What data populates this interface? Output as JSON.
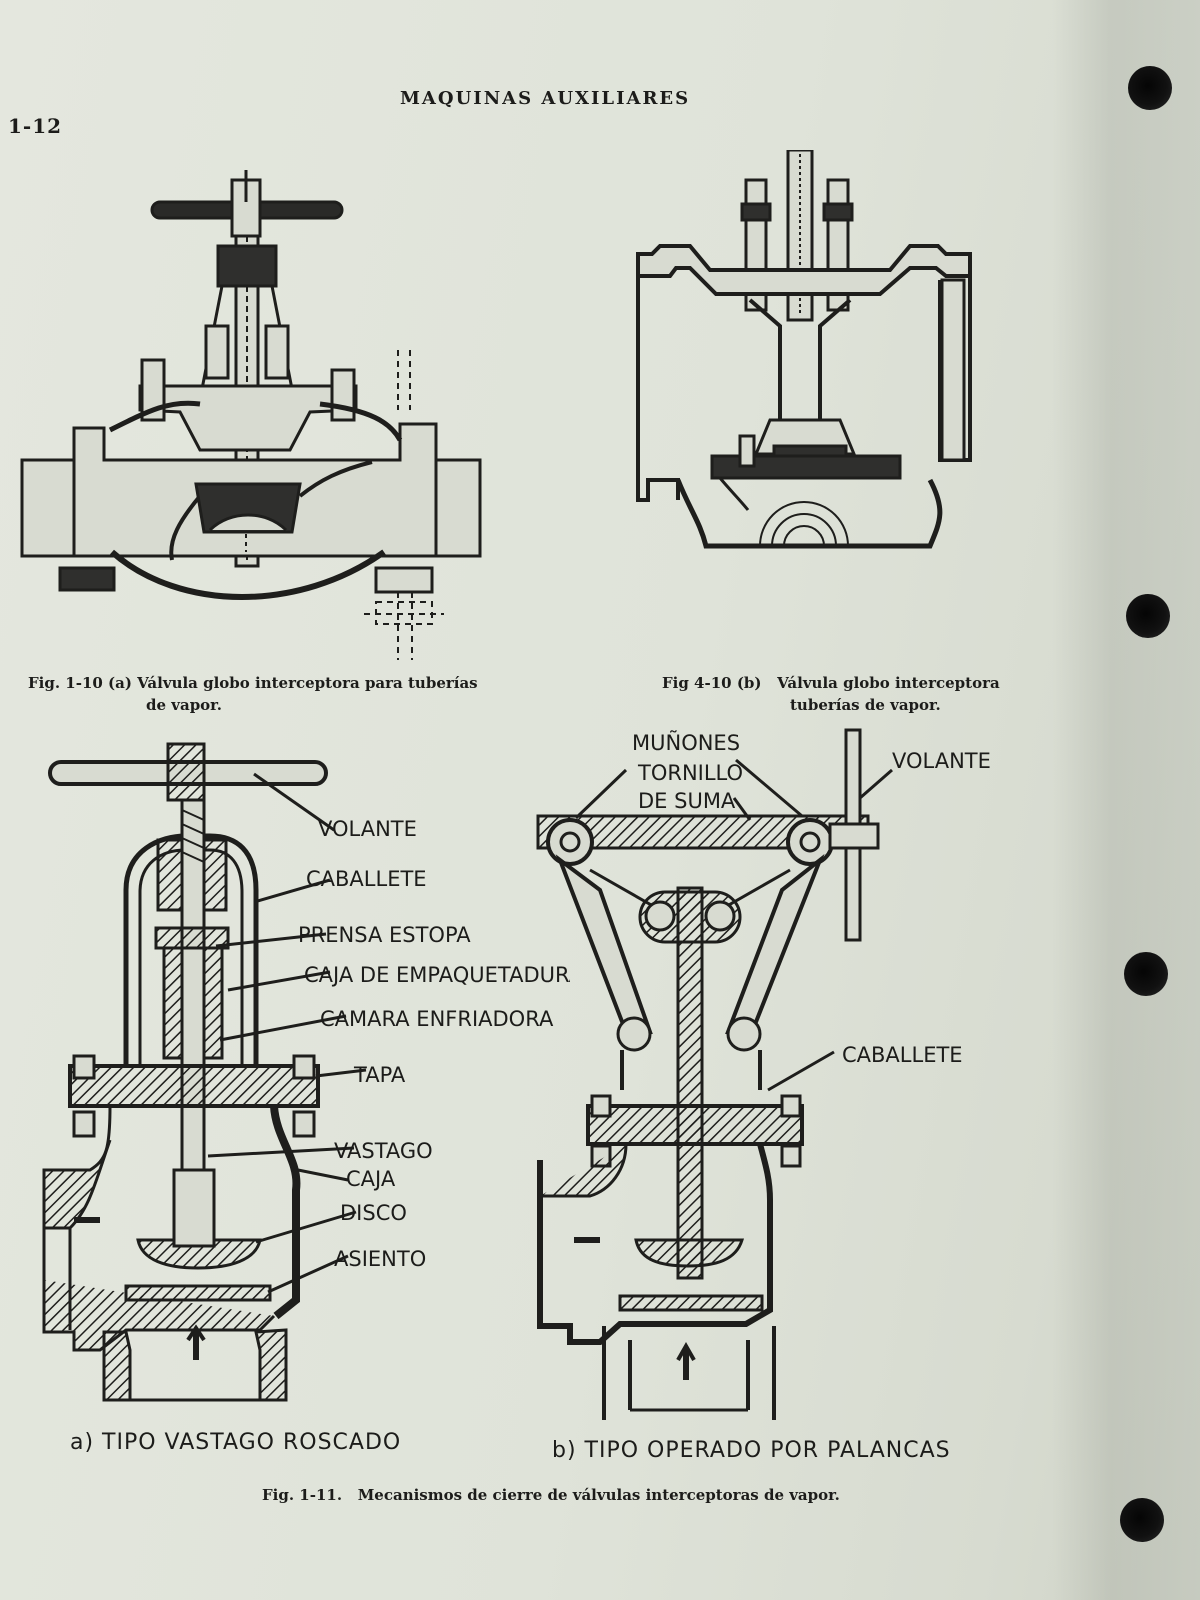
{
  "header": {
    "page_number": "1-12",
    "running_title": "MAQUINAS AUXILIARES"
  },
  "fig_1_10a": {
    "caption_line1": "Fig. 1-10 (a) Válvula globo interceptora para tuberías",
    "caption_line2": "de vapor."
  },
  "fig_1_10b": {
    "caption_line1": "Fig 4-10 (b)   Válvula globo interceptora",
    "caption_line2": "tuberías de vapor."
  },
  "fig_1_11a": {
    "labels": {
      "volante": "VOLANTE",
      "caballete": "CABALLETE",
      "prensa_estopa": "PRENSA ESTOPA",
      "caja_empaquetaduras": "CAJA DE EMPAQUETADURAS",
      "camara_enfriadora": "CAMARA ENFRIADORA",
      "tapa": "TAPA",
      "vastago": "VASTAGO",
      "caja": "CAJA",
      "disco": "DISCO",
      "asiento": "ASIENTO"
    },
    "subcaption": "a) TIPO VASTAGO ROSCADO"
  },
  "fig_1_11b": {
    "labels": {
      "munones": "MUÑONES",
      "tornillo": "TORNILLO",
      "de_suma": "DE SUMA",
      "volante": "VOLANTE",
      "caballete": "CABALLETE"
    },
    "subcaption": "b) TIPO OPERADO POR PALANCAS"
  },
  "fig_1_11": {
    "caption": "Fig. 1-11.   Mecanismos de cierre de válvulas interceptoras de vapor."
  }
}
